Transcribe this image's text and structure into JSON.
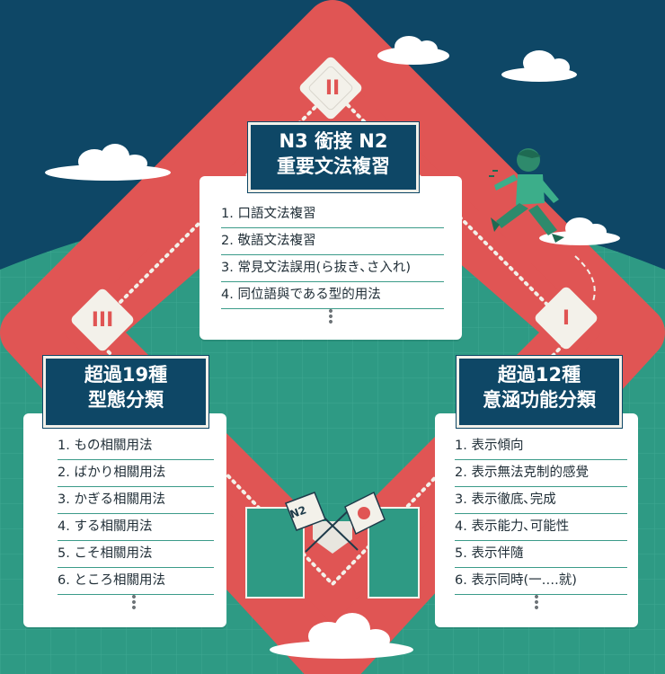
{
  "colors": {
    "sky": "#0e4766",
    "field": "#2e9a84",
    "infield": "#e05554",
    "title_box": "#0e4766",
    "divider": "#3b9b89"
  },
  "bases": {
    "second": "II",
    "third": "III",
    "first": "I"
  },
  "center": {
    "title_line1": "N3 銜接 N2",
    "title_line2": "重要文法複習",
    "items": [
      "1. 口語文法複習",
      "2. 敬語文法複習",
      "3. 常見文法誤用(ら抜き､さ入れ)",
      "4. 同位語與である型的用法"
    ]
  },
  "left": {
    "title_line1": "超過19種",
    "title_line2": "型態分類",
    "items": [
      "1. もの相關用法",
      "2. ばかり相關用法",
      "3. かぎる相關用法",
      "4. する相關用法",
      "5. こそ相關用法",
      "6. ところ相關用法"
    ]
  },
  "right": {
    "title_line1": "超過12種",
    "title_line2": "意涵功能分類",
    "items": [
      "1. 表示傾向",
      "2. 表示無法克制的感覺",
      "3. 表示徹底､完成",
      "4. 表示能力､可能性",
      "5. 表示伴隨",
      "6. 表示同時(一….就)"
    ]
  },
  "flag_label": "N2"
}
